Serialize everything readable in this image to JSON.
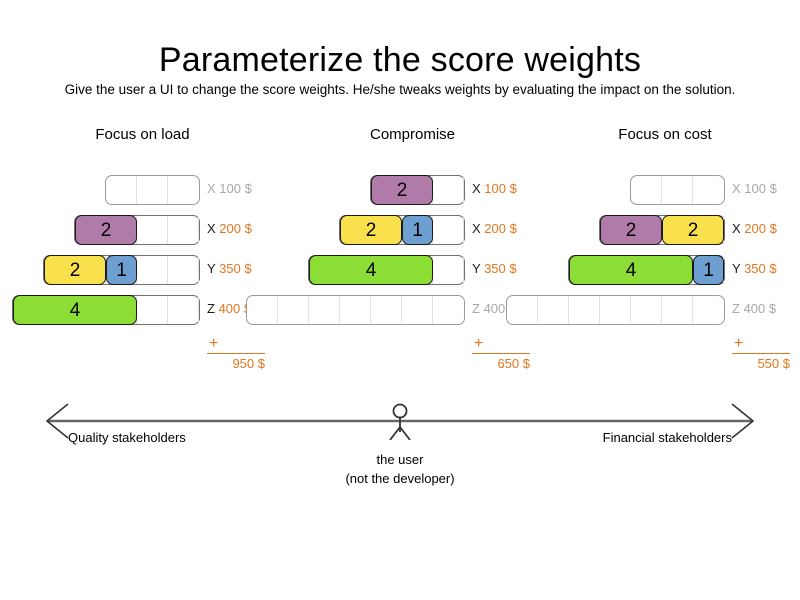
{
  "slide": {
    "title": "Parameterize the score weights",
    "subtitle": "Give the user a UI to change the score weights. He/she tweaks weights by evaluating the impact on the solution."
  },
  "colors": {
    "purple": "#b07ba8",
    "yellow": "#f9e04d",
    "green": "#8cdd35",
    "blue": "#6d9fd0",
    "accent_orange": "#e3761f",
    "muted_grey": "#a8a8a8",
    "track_border": "#9a9a9a",
    "segment_border": "#1a1a1a"
  },
  "scenarios": [
    {
      "title": "Focus on load",
      "rows": [
        {
          "code": "X",
          "amount": "100 $",
          "muted": true,
          "cells": 3,
          "segments": []
        },
        {
          "code": "X",
          "amount": "200 $",
          "muted": false,
          "cells": 4,
          "segments": [
            {
              "value": "2",
              "span": 2,
              "color": "purple"
            }
          ]
        },
        {
          "code": "Y",
          "amount": "350 $",
          "muted": false,
          "cells": 5,
          "segments": [
            {
              "value": "2",
              "span": 2,
              "color": "yellow"
            },
            {
              "value": "1",
              "span": 1,
              "color": "blue"
            }
          ]
        },
        {
          "code": "Z",
          "amount": "400 $",
          "muted": false,
          "cells": 6,
          "segments": [
            {
              "value": "4",
              "span": 4,
              "color": "green"
            }
          ]
        }
      ],
      "sum_plus": "+",
      "sum_total": "950 $"
    },
    {
      "title": "Compromise",
      "rows": [
        {
          "code": "X",
          "amount": "100 $",
          "muted": false,
          "cells": 3,
          "segments": [
            {
              "value": "2",
              "span": 2,
              "color": "purple"
            }
          ]
        },
        {
          "code": "X",
          "amount": "200 $",
          "muted": false,
          "cells": 4,
          "segments": [
            {
              "value": "2",
              "span": 2,
              "color": "yellow"
            },
            {
              "value": "1",
              "span": 1,
              "color": "blue"
            }
          ]
        },
        {
          "code": "Y",
          "amount": "350 $",
          "muted": false,
          "cells": 5,
          "segments": [
            {
              "value": "4",
              "span": 4,
              "color": "green"
            }
          ]
        },
        {
          "code": "Z",
          "amount": "400 $",
          "muted": true,
          "cells": 7,
          "segments": []
        }
      ],
      "sum_plus": "+",
      "sum_total": "650 $"
    },
    {
      "title": "Focus on cost",
      "rows": [
        {
          "code": "X",
          "amount": "100 $",
          "muted": true,
          "cells": 3,
          "segments": []
        },
        {
          "code": "X",
          "amount": "200 $",
          "muted": false,
          "cells": 4,
          "segments": [
            {
              "value": "2",
              "span": 2,
              "color": "purple"
            },
            {
              "value": "2",
              "span": 2,
              "color": "yellow"
            }
          ]
        },
        {
          "code": "Y",
          "amount": "350 $",
          "muted": false,
          "cells": 5,
          "segments": [
            {
              "value": "4",
              "span": 4,
              "color": "green"
            },
            {
              "value": "1",
              "span": 1,
              "color": "blue"
            }
          ]
        },
        {
          "code": "Z",
          "amount": "400 $",
          "muted": true,
          "cells": 7,
          "segments": []
        }
      ],
      "sum_plus": "+",
      "sum_total": "550 $"
    }
  ],
  "axis": {
    "left_label": "Quality stakeholders",
    "right_label": "Financial stakeholders",
    "user_caption_line1": "the user",
    "user_caption_line2": "(not the developer)"
  }
}
